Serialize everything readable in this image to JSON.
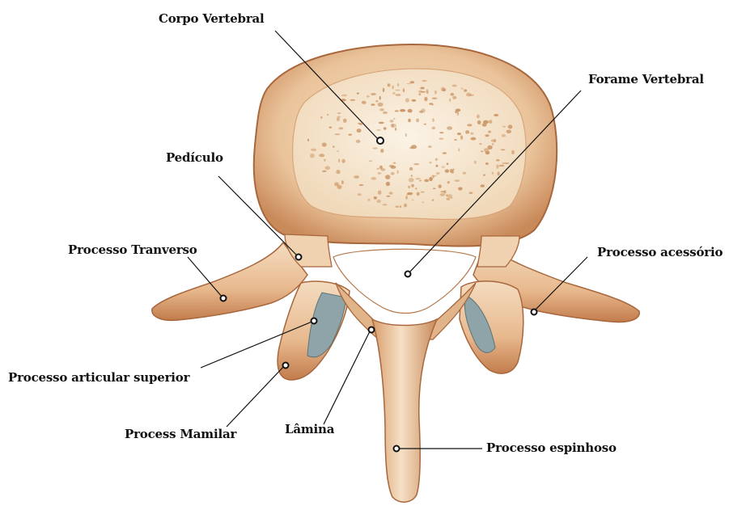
{
  "figure": {
    "labels": {
      "corpo_vertebral": "Corpo Vertebral",
      "forame_vertebral": "Forame Vertebral",
      "pediculo": "Pedículo",
      "processo_transverso": "Processo Tranverso",
      "processo_acessorio": "Processo acessório",
      "processo_articular_superior": "Processo articular superior",
      "process_mamilar": "Process Mamilar",
      "lamina": "Lâmina",
      "processo_espinhoso": "Processo espinhoso"
    },
    "colors": {
      "bone": "#f2d7b7",
      "bone_shadow": "#c98a5a",
      "bone_outline": "#a8673c",
      "trabecular_bg": "#f7ead6",
      "trabecular_spot": "#c8905e",
      "cartilage": "#8fa4a8",
      "leader_line": "#111111",
      "background": "#ffffff"
    }
  }
}
